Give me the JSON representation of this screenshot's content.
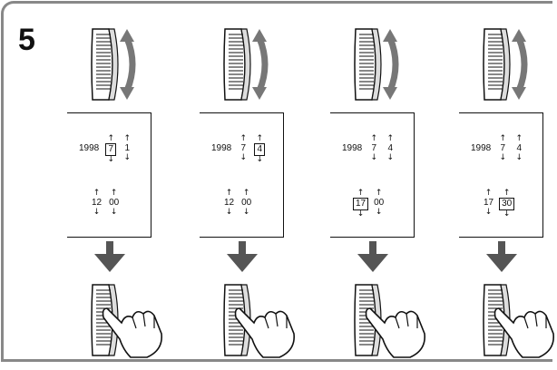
{
  "step": {
    "number": "5"
  },
  "colors": {
    "frame": "#888888",
    "ink": "#111111",
    "dial_fill": "#ffffff"
  },
  "panels": [
    {
      "year": "1998",
      "fields": [
        {
          "value": "7",
          "boxed": true
        },
        {
          "value": "1",
          "boxed": false
        }
      ],
      "time": [
        {
          "value": "12",
          "boxed": false
        },
        {
          "value": "00",
          "boxed": false
        }
      ]
    },
    {
      "year": "1998",
      "fields": [
        {
          "value": "7",
          "boxed": false
        },
        {
          "value": "4",
          "boxed": true
        }
      ],
      "time": [
        {
          "value": "12",
          "boxed": false
        },
        {
          "value": "00",
          "boxed": false
        }
      ]
    },
    {
      "year": "1998",
      "fields": [
        {
          "value": "7",
          "boxed": false
        },
        {
          "value": "4",
          "boxed": false
        }
      ],
      "time": [
        {
          "value": "17",
          "boxed": true
        },
        {
          "value": "00",
          "boxed": false
        }
      ]
    },
    {
      "year": "1998",
      "fields": [
        {
          "value": "7",
          "boxed": false
        },
        {
          "value": "4",
          "boxed": false
        }
      ],
      "time": [
        {
          "value": "17",
          "boxed": false
        },
        {
          "value": "30",
          "boxed": true
        }
      ]
    }
  ],
  "icons": {
    "dial_turn": "dial-rotate-icon",
    "down_arrow": "down-arrow-icon",
    "dial_press": "dial-press-hand-icon"
  }
}
